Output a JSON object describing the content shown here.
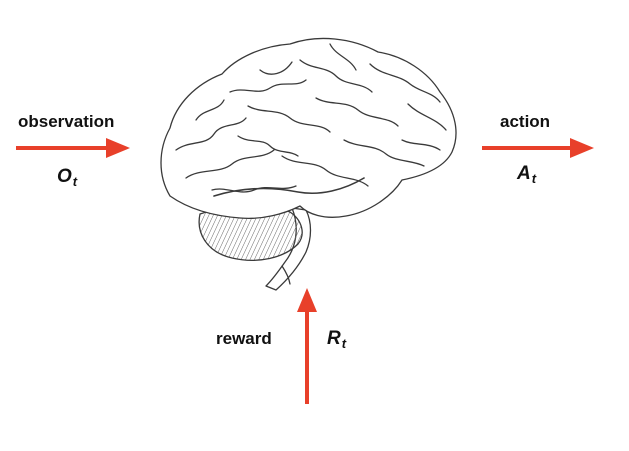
{
  "observation": {
    "label": "observation",
    "symbol": "O",
    "subscript": "t"
  },
  "action": {
    "label": "action",
    "symbol": "A",
    "subscript": "t"
  },
  "reward": {
    "label": "reward",
    "symbol": "R",
    "subscript": "t"
  },
  "colors": {
    "arrow": "#e8402a",
    "ink": "#111111",
    "brain_line": "#3a3a3a",
    "cerebellum": "#b9b9b9"
  },
  "brain": {
    "icon": "brain-icon"
  }
}
